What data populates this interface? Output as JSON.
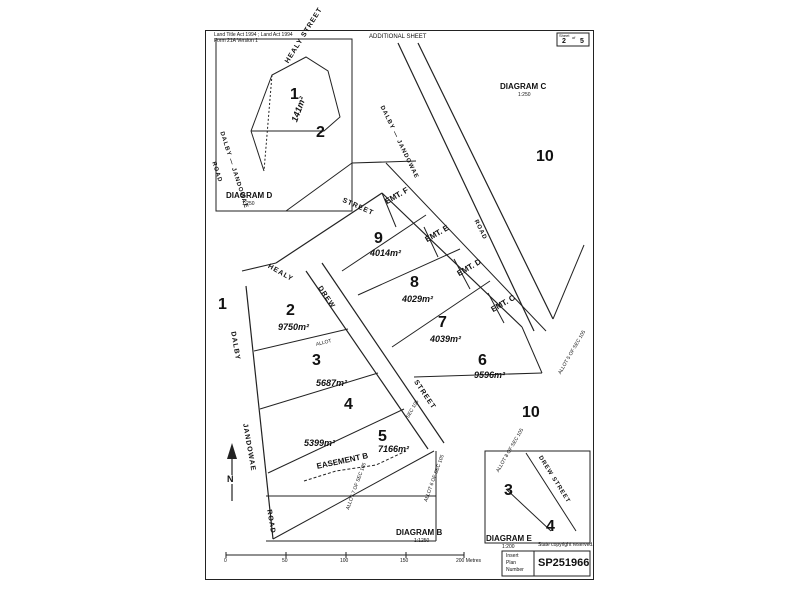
{
  "header": {
    "land_title_line": "Land Title Act 1994 ; Land Act 1994",
    "form_line": "Form 21A Version 1",
    "title": "ADDITIONAL SHEET",
    "sheet_label": "Sheet",
    "sheet_number": "2",
    "sheet_of": "of",
    "sheet_total": "5"
  },
  "diagrams": {
    "d_title": "DIAGRAM D",
    "d_scale": "1:250",
    "c_title": "DIAGRAM C",
    "c_scale": "1:250",
    "b_title": "DIAGRAM B",
    "b_scale": "1:1250",
    "e_title": "DIAGRAM E",
    "e_scale": "1:200"
  },
  "roads": {
    "healy_street_d": "HEALY STREET",
    "dalby_jandowae_d": "DALBY — JANDOWAE",
    "road_d": "ROAD",
    "dalby_jandowae_c": "DALBY — JANDOWAE",
    "road_c": "ROAD",
    "street_main": "STREET",
    "healy_main": "HEALY",
    "drew_main": "DREW",
    "street_main2": "STREET",
    "dalby_main": "DALBY",
    "jandowae_main": "JANDOWAE",
    "road_main": "ROAD",
    "drew_street_e": "DREW STREET"
  },
  "lots": {
    "d1": {
      "num": "1",
      "area": "141m²"
    },
    "d2": {
      "num": "2"
    },
    "c10": {
      "num": "10"
    },
    "l1": {
      "num": "1"
    },
    "l2": {
      "num": "2",
      "area": "9750m²"
    },
    "l3": {
      "num": "3",
      "area": "5687m²"
    },
    "l4": {
      "num": "4",
      "area": "5399m²"
    },
    "l5": {
      "num": "5",
      "area": "7166m²"
    },
    "l6": {
      "num": "6",
      "area": "9596m²"
    },
    "l7": {
      "num": "7",
      "area": "4039m²"
    },
    "l8": {
      "num": "8",
      "area": "4029m²"
    },
    "l9": {
      "num": "9",
      "area": "4014m²"
    },
    "l10": {
      "num": "10"
    },
    "e3": {
      "num": "3"
    },
    "e4": {
      "num": "4"
    }
  },
  "easements": {
    "f": "EMT. F",
    "e": "EMT. E",
    "d": "EMT. D",
    "c": "EMT. C",
    "b": "EASEMENT B"
  },
  "labels": {
    "allot": "ALLOT",
    "allot_sec": "ALLOT 5 OF SEC 105",
    "allot_e": "ALLOT 8 OF SEC 105",
    "allot_b": "ALLOT 7 OF SEC 105",
    "allot_b2": "ALLOT 6 OF SEC 105",
    "sec": "SEC 105",
    "n": "N"
  },
  "scale_bar": {
    "ticks": [
      "0",
      "50",
      "100",
      "150",
      "200 Metres"
    ],
    "copyright": "State copyright reserved."
  },
  "plan": {
    "label_insert": "Insert",
    "label_plan": "Plan",
    "label_number": "Number",
    "number": "SP251966"
  }
}
